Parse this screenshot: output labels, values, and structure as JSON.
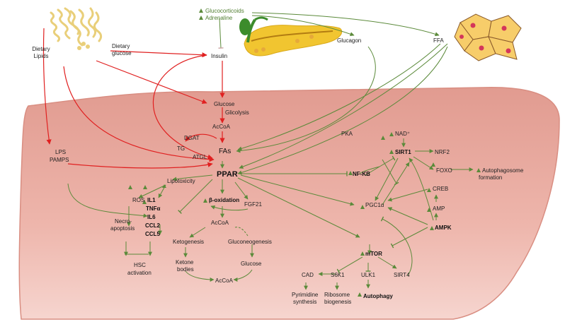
{
  "colors": {
    "liver_fill": "#e6a79d",
    "liver_edge": "#d98e82",
    "green": "#5b8a3a",
    "red": "#e02020",
    "noodle": "#e9cf7a",
    "pancreas": "#f1c530",
    "adipocyte": "#f7cd6a",
    "adipocyte_nucleus": "#d4365a"
  },
  "icons": {
    "noodles": "dietary-lipids-glucose-illustration",
    "pancreas": "pancreas-illustration",
    "adipose": "adipose-tissue-illustration"
  },
  "labels": {
    "dietary_lipids_1": "Dietary",
    "dietary_lipids_2": "Lipids",
    "dietary_glucose_1": "Dietary",
    "dietary_glucose_2": "glucose",
    "glucocorticoids": "Glucocorticoids",
    "adrenaline": "Adrenaline",
    "insulin": "Insulin",
    "glucagon": "Glucagon",
    "ffa": "FFA",
    "glucose": "Glucose",
    "glicolysis": "Glicolysis",
    "accoa_top": "AcCoA",
    "dgat": "DGAT",
    "tg": "TG",
    "atgl": "ATGL",
    "fas": "FAs",
    "pka": "PKA",
    "lps": "LPS",
    "pamps": "PAMPS",
    "ppar": "PPAR",
    "lipotoxicity": "Lipotoxicity",
    "ros": "ROS",
    "il1": "IL1",
    "tnfa": "TNFα",
    "il6": "IL6",
    "ccl2": "CCL2",
    "ccl5": "CCL5",
    "necro_1": "Necro-",
    "necro_2": "apoptosis",
    "hsc_1": "HSC",
    "hsc_2": "activation",
    "beta_oxidation": "β-oxidation",
    "fgf21": "FGF21",
    "accoa_mid": "AcCoA",
    "ketogenesis": "Ketogenesis",
    "gluconeogenesis": "Gluconeogenesis",
    "ketone_1": "Ketone",
    "ketone_2": "bodies",
    "glucose_bottom": "Glucose",
    "accoa_bottom": "AcCoA",
    "nfkb": "NF-KB",
    "nad": "NAD⁺",
    "sirt1": "SIRT1",
    "nrf2": "NRF2",
    "foxo": "FOXO",
    "autophagosome_1": "Autophagosome",
    "autophagosome_2": "formation",
    "creb": "CREB",
    "amp": "AMP",
    "ampk": "AMPK",
    "pgc1a": "PGC1α",
    "mtor": "mTOR",
    "cad": "CAD",
    "s6k1": "S6K1",
    "ulk1": "ULK1",
    "sirt4": "SIRT4",
    "pyrimidine_1": "Pyrimidine",
    "pyrimidine_2": "synthesis",
    "ribosome_1": "Ribosome",
    "ribosome_2": "biogenesis",
    "autophagy": "Autophagy"
  }
}
